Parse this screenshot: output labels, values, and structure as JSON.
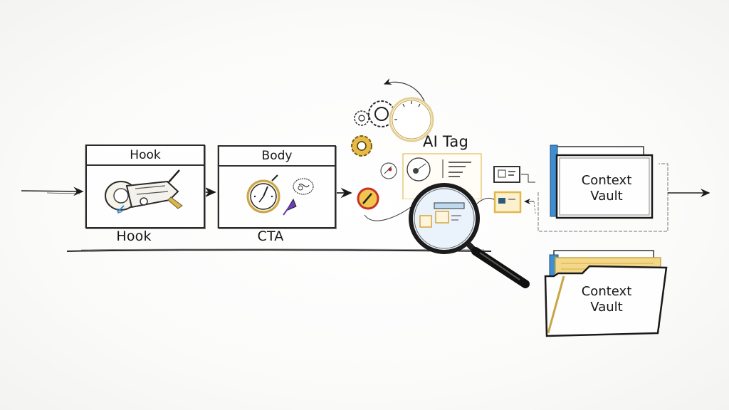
{
  "diagram": {
    "style": "hand-drawn sketch flow",
    "stages": [
      {
        "id": "hook",
        "header": "Hook",
        "caption": "Hook",
        "icon": "tape-gun-icon"
      },
      {
        "id": "body",
        "header": "Body",
        "caption": "CTA",
        "icon": "stopwatch-icon"
      }
    ],
    "ai_tag": {
      "label": "AI Tag",
      "icons": [
        "gears-icon",
        "dial-icon",
        "magnifying-glass-icon",
        "pen-badge-icon"
      ]
    },
    "vaults": [
      {
        "line1": "Context",
        "line2": "Vault"
      },
      {
        "line1": "Context",
        "line2": "Vault"
      }
    ],
    "colors": {
      "ink": "#1a1a1a",
      "gold": "#e2b84a",
      "blue": "#3f8fd0",
      "purple": "#6a3fb0",
      "red": "#c8322a"
    }
  }
}
